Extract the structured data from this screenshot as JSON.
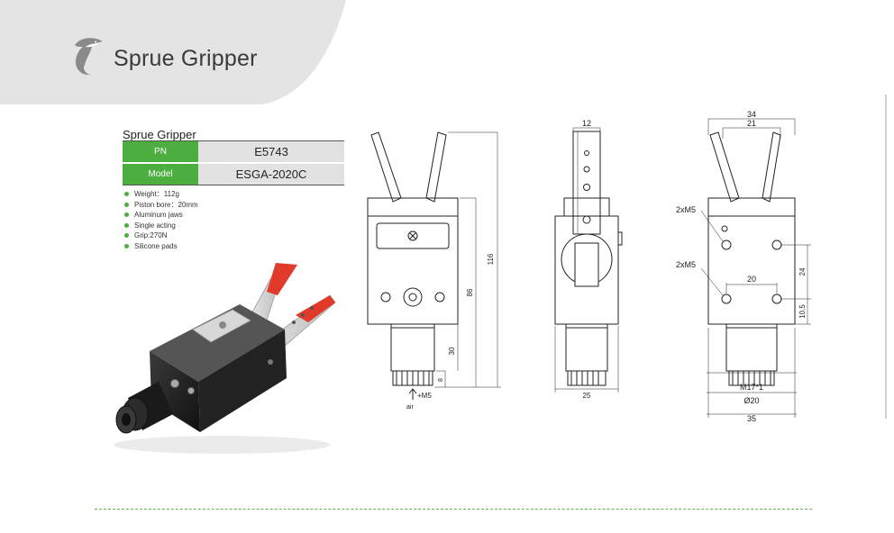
{
  "page": {
    "title": "Sprue Gripper"
  },
  "spec": {
    "heading": "Sprue Gripper",
    "rows": [
      {
        "key": "PN",
        "value": "E5743"
      },
      {
        "key": "Model",
        "value": "ESGA-2020C"
      }
    ],
    "features": [
      "Weight：112g",
      "Piston bore：20mm",
      "Aluminum jaws",
      "Single acting",
      "Grip:270N",
      "Silicone pads"
    ]
  },
  "drawing_labels": {
    "front": {
      "total_height": "116",
      "body_height": "86",
      "stem_height": "30",
      "thread_height": "8",
      "port": "M5",
      "air": "air"
    },
    "side": {
      "top_width": "12",
      "base_width": "25"
    },
    "back": {
      "outer_width": "34",
      "inner_width": "21",
      "upper_holes": "2xM5",
      "lower_holes": "2xM5",
      "hole_spacing": "20",
      "height_24": "24",
      "height_10_5": "10.5",
      "thread": "M17*1",
      "diameter": "Ø20",
      "base_width": "35"
    }
  },
  "colors": {
    "accent": "#4cae3f",
    "header_panel": "#e4e4e4"
  }
}
